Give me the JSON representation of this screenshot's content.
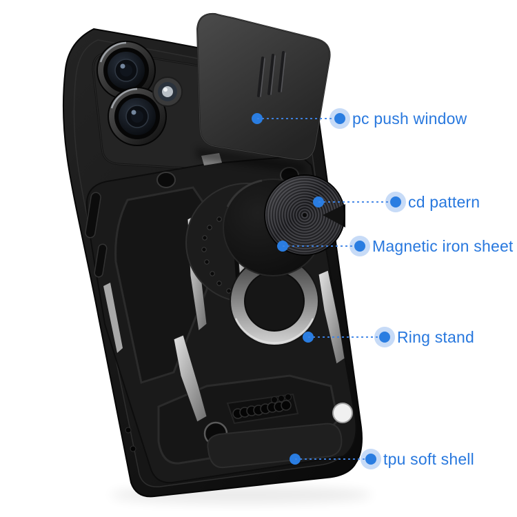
{
  "image": {
    "background_color": "#ffffff",
    "subject": "black armor phone case with slide camera cover, cd-pattern magnetic mount and ring stand"
  },
  "colors": {
    "accent_blue": "#2A7DE1",
    "halo_blue": "rgba(95,152,233,0.35)",
    "dash_line_blue": "#3E84E6",
    "case_black": "#141414",
    "metal_silver": "#C9C9C9"
  },
  "callouts": [
    {
      "label": "pc push window"
    },
    {
      "label": "cd pattern"
    },
    {
      "label": "Magnetic iron sheet"
    },
    {
      "label": "Ring stand"
    },
    {
      "label": "tpu soft shell"
    }
  ]
}
